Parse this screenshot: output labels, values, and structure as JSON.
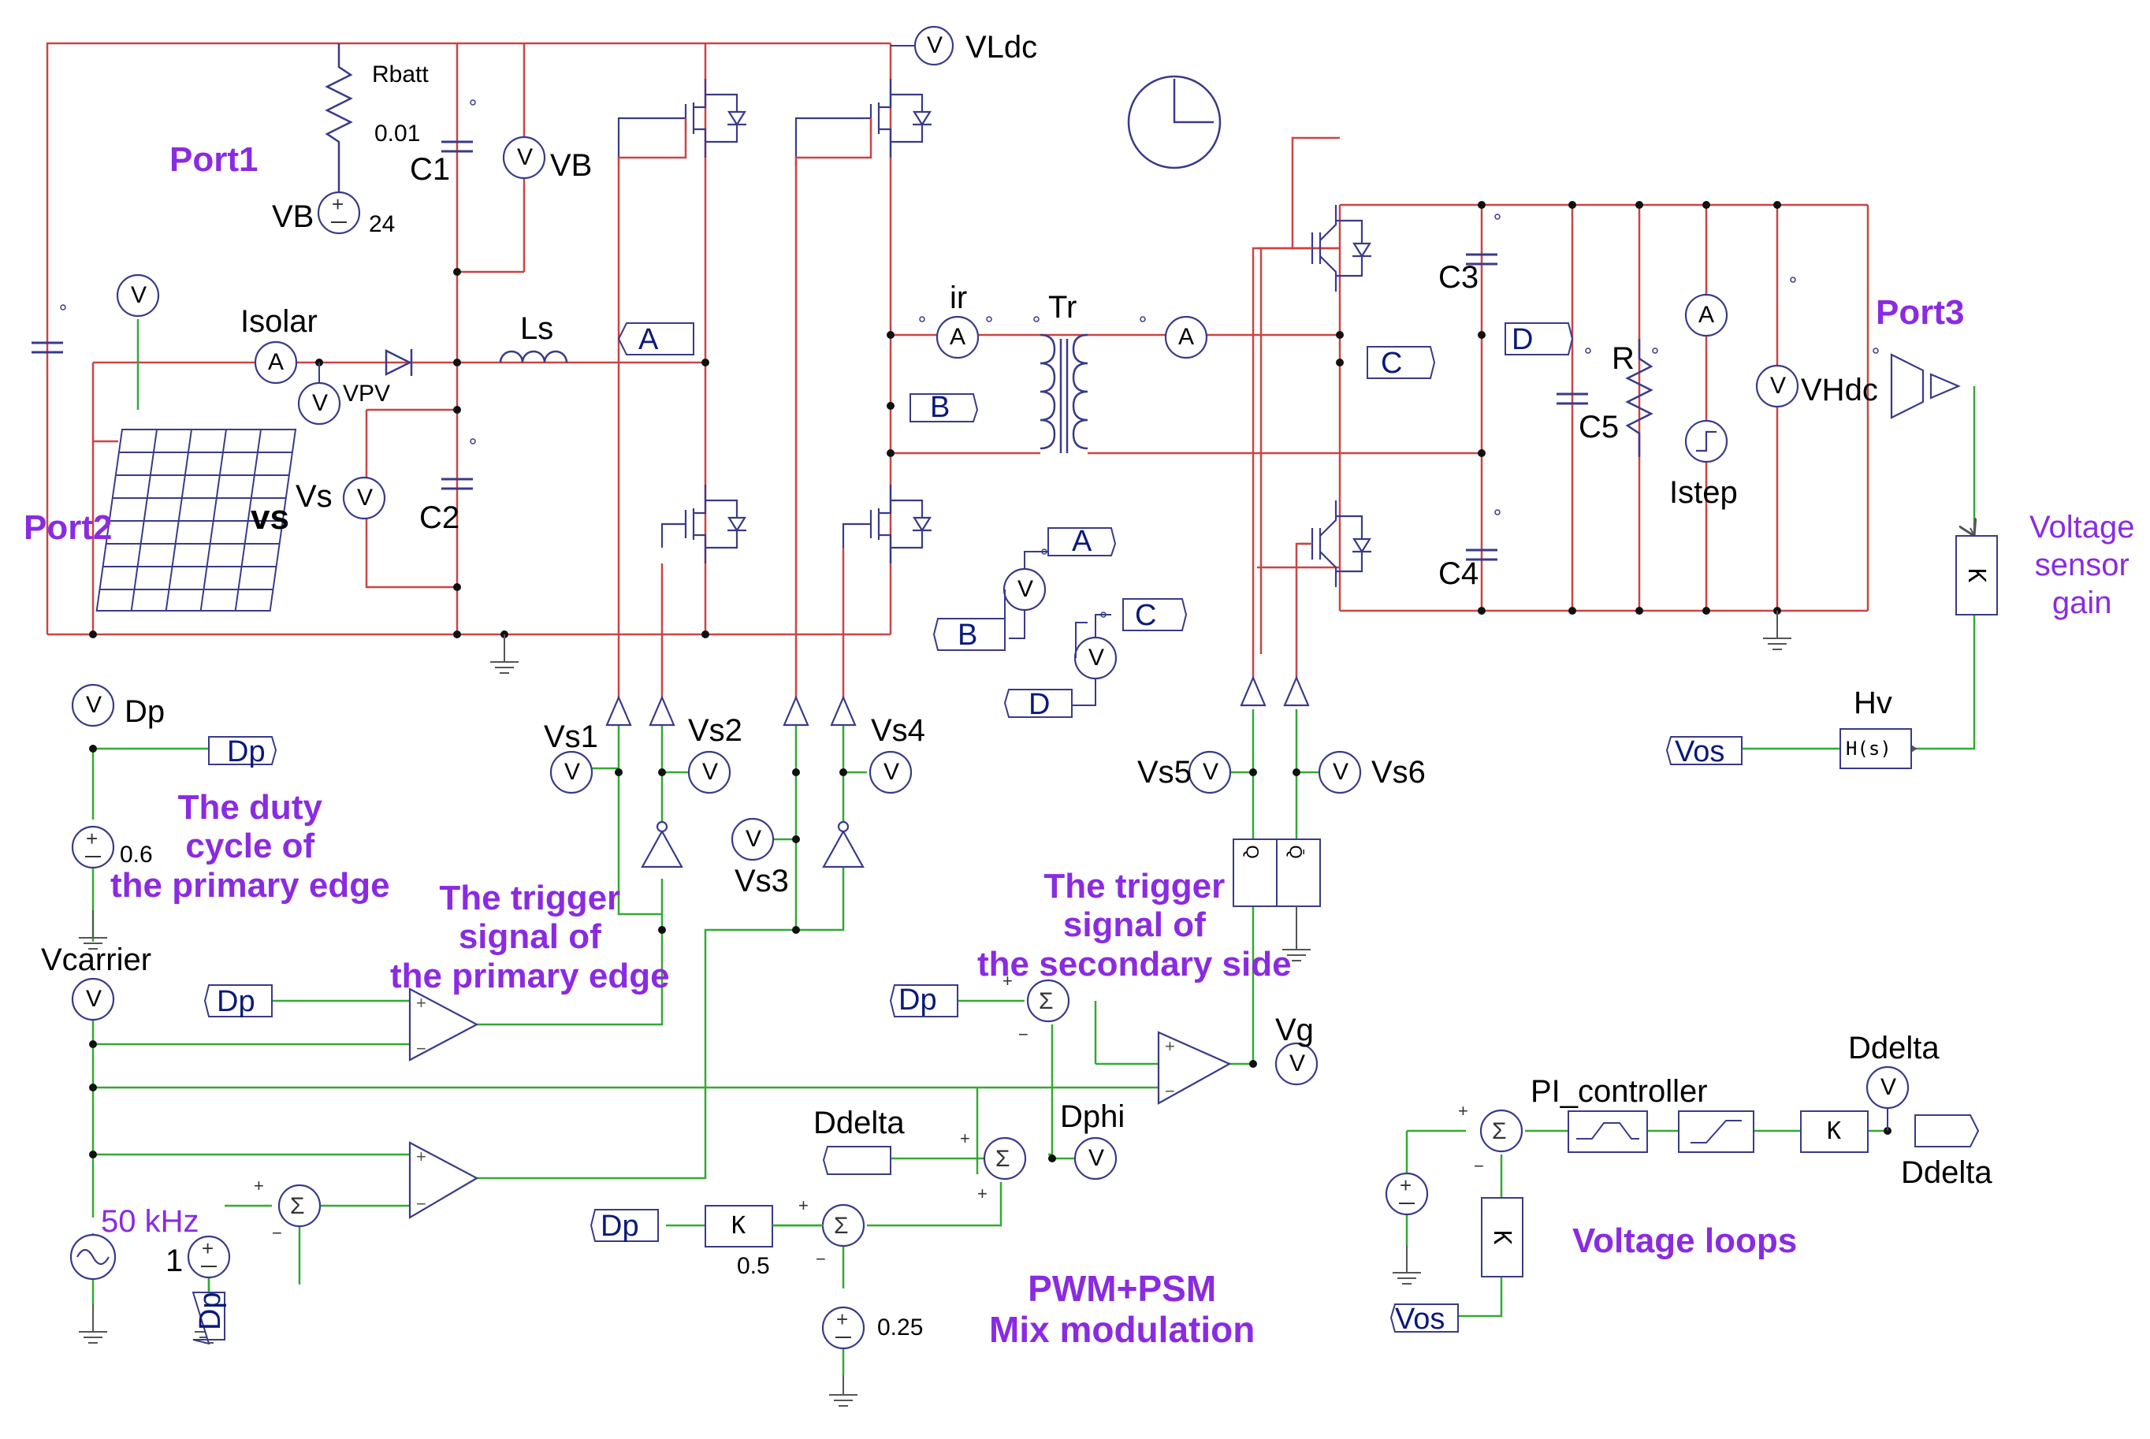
{
  "annotations": {
    "port1": "Port1",
    "port2": "Port2",
    "port3": "Port3",
    "duty_cycle": "The duty\ncycle of\nthe primary edge",
    "trigger_primary": "The trigger\nsignal of\nthe primary edge",
    "trigger_secondary": "The trigger\nsignal of\nthe secondary side",
    "pwm_psm": "PWM+PSM\nMix modulation",
    "voltage_loops": "Voltage loops",
    "voltage_sensor_gain": "Voltage\nsensor\ngain"
  },
  "components": {
    "rbatt": "Rbatt",
    "rbatt_value": "0.01",
    "c1": "C1",
    "vb_meter": "VB",
    "vb_source": "VB",
    "vb_value": "24",
    "vldc": "VLdc",
    "isolar": "Isolar",
    "vpv": "VPV",
    "vs_source": "vs",
    "vs_meter": "Vs",
    "c2": "C2",
    "ls": "Ls",
    "ir": "ir",
    "tr": "Tr",
    "c3": "C3",
    "c4": "C4",
    "c5": "C5",
    "r": "R",
    "istep": "Istep",
    "vhdc": "VHdc",
    "hv": "Hv",
    "vs1": "Vs1",
    "vs2": "Vs2",
    "vs3": "Vs3",
    "vs4": "Vs4",
    "vs5": "Vs5",
    "vs6": "Vs6",
    "vg": "Vg",
    "dp_meter": "Dp",
    "dp_value": "0.6",
    "vcarrier": "Vcarrier",
    "freq": "50 kHz",
    "one": "1",
    "ddelta_in": "Ddelta",
    "dphi": "Dphi",
    "k_value": "0.5",
    "offset_value": "0.25",
    "pi_controller": "PI_controller",
    "ddelta_meter": "Ddelta",
    "ddelta_out": "Ddelta"
  },
  "tags": {
    "A": "A",
    "B": "B",
    "C": "C",
    "D": "D",
    "Dp": "Dp",
    "Vos": "Vos"
  },
  "block_text": {
    "meter_v": "V",
    "meter_a": "A",
    "gain": "K",
    "transfer": "H(s)",
    "q": "Q",
    "qbar": "Q̄"
  },
  "colors": {
    "power_wire": "#cc4444",
    "signal_wire": "#33aa33",
    "component": "#3a3a8a",
    "annotation": "#8a2be2"
  }
}
